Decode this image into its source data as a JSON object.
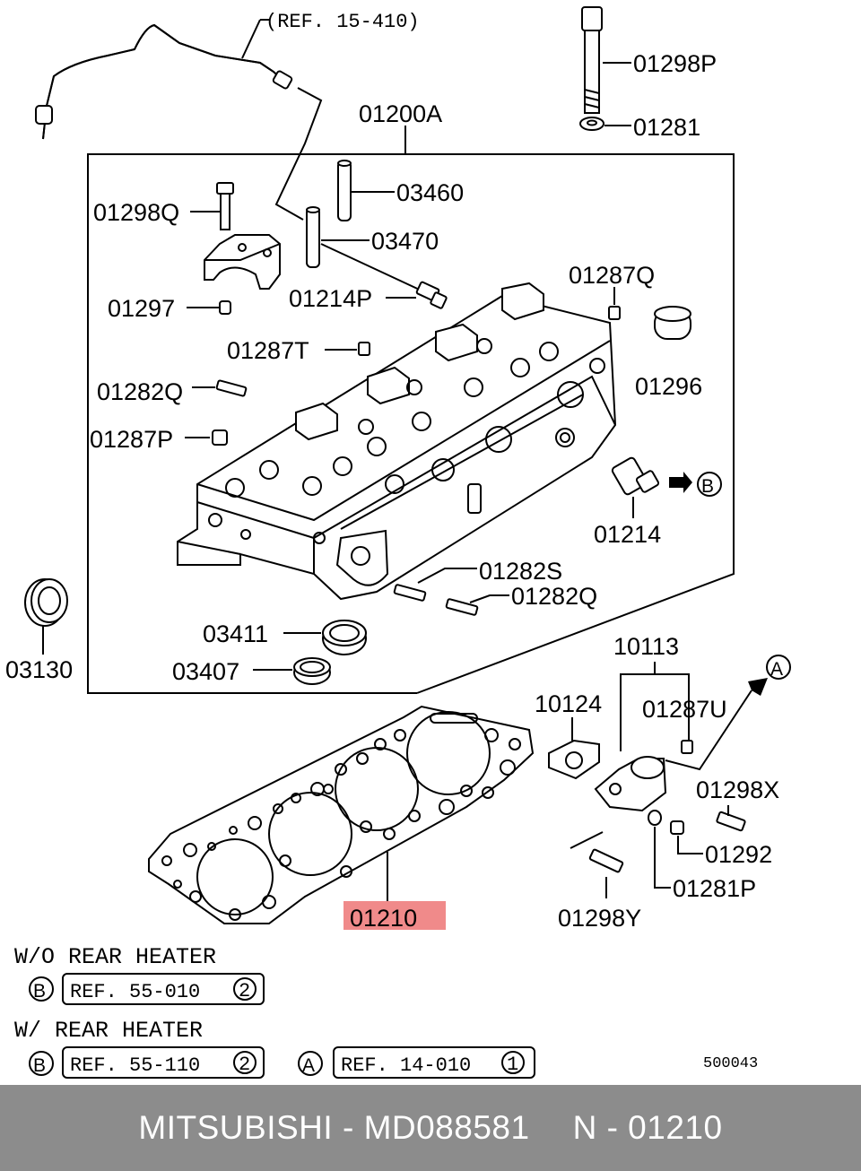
{
  "colors": {
    "highlight": "#f08a8a",
    "footer_bg": "#8c8c8c",
    "footer_text": "#ffffff"
  },
  "labels": {
    "ref_hose": "(REF. 15-410)",
    "p01298P": "01298P",
    "p01281": "01281",
    "p01200A": "01200A",
    "p03460": "03460",
    "p01298Q": "01298Q",
    "p03470": "03470",
    "p01214P": "01214P",
    "p01287Q": "01287Q",
    "p01297": "01297",
    "p01287T": "01287T",
    "p01296": "01296",
    "p01282Q_a": "01282Q",
    "p01287P": "01287P",
    "p01214": "01214",
    "p01282S": "01282S",
    "p01282Q_b": "01282Q",
    "p03411": "03411",
    "p03130": "03130",
    "p03407": "03407",
    "p10113": "10113",
    "p10124": "10124",
    "p01287U": "01287U",
    "p01298X": "01298X",
    "p01292": "01292",
    "p01281P": "01281P",
    "p01298Y": "01298Y",
    "p01210": "01210",
    "circle_a": "A",
    "circle_b": "B"
  },
  "notes": {
    "wo_heater": "W/O  REAR  HEATER",
    "w_heater": "W/  REAR  HEATER",
    "ref_55_010": "REF. 55-010",
    "ref_55_110": "REF. 55-110",
    "ref_14_010": "REF. 14-010",
    "qty_2": "2",
    "qty_1": "1",
    "diagram_code": "500043"
  },
  "footer": {
    "brand": "MITSUBISHI",
    "dash": "-",
    "part_number": "MD088581",
    "ref": "N - 01210"
  }
}
